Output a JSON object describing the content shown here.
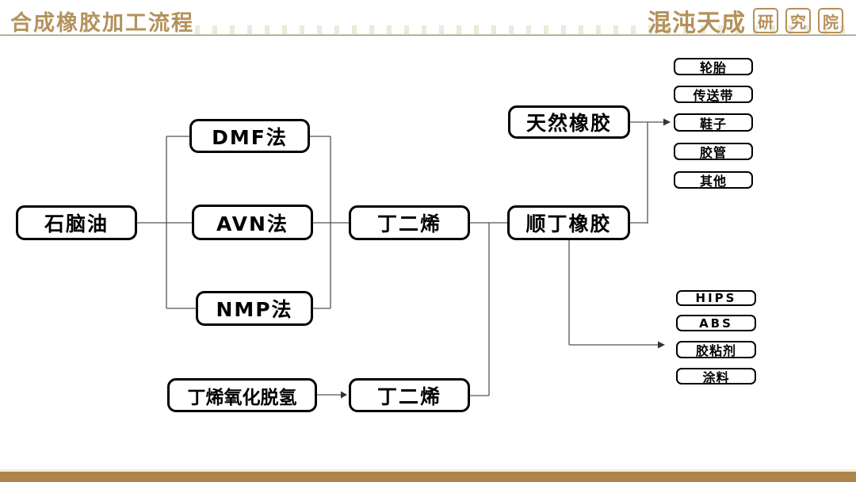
{
  "slide": {
    "title": "合成橡胶加工流程",
    "logo": {
      "name": "混沌天成",
      "badge_chars": [
        "研",
        "究",
        "院"
      ]
    }
  },
  "flowchart": {
    "nodes": {
      "naphtha": "石脑油",
      "dmf": "DMF法",
      "avn": "AVN法",
      "nmp": "NMP法",
      "butadiene_top": "丁二烯",
      "natural_rubber": "天然橡胶",
      "bd_rubber": "顺丁橡胶",
      "butene_odh": "丁烯氧化脱氢",
      "butadiene_bottom": "丁二烯",
      "rubber_products": [
        "轮胎",
        "传送带",
        "鞋子",
        "胶管",
        "其他"
      ],
      "other_products": [
        "HIPS",
        "ABS",
        "胶粘剂",
        "涂料"
      ]
    },
    "edges": [
      "石脑油 → DMF法",
      "石脑油 → AVN法",
      "石脑油 → NMP法",
      "DMF法 → 丁二烯",
      "AVN法 → 丁二烯",
      "NMP法 → 丁二烯",
      "丁二烯 → 顺丁橡胶",
      "丁烯氧化脱氢 → 丁二烯(下)",
      "丁二烯(下) → 丁二烯/顺丁橡胶干线",
      "天然橡胶 → 轮胎/传送带/鞋子/胶管/其他",
      "顺丁橡胶 → 轮胎/传送带/鞋子/胶管/其他",
      "顺丁橡胶 → HIPS/ABS/胶粘剂/涂料"
    ]
  },
  "colors": {
    "accent": "#b3925e",
    "rule": "#93936f",
    "bar": "#ad8449",
    "connector": "#555555"
  }
}
